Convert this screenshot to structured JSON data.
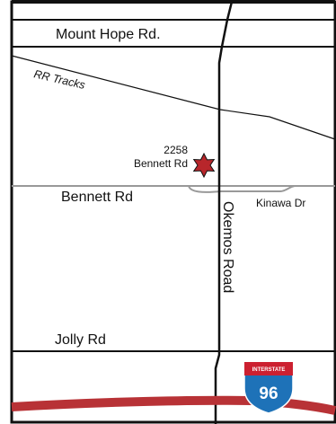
{
  "roads": {
    "mount_hope": "Mount Hope Rd.",
    "rr_tracks": "RR Tracks",
    "bennett": "Bennett Rd",
    "kinawa": "Kinawa Dr",
    "okemos": "Okemos Road",
    "jolly": "Jolly Rd"
  },
  "location": {
    "number": "2258",
    "street": "Bennett Rd",
    "marker": "star-icon",
    "marker_color": "#b8262b"
  },
  "interstate": {
    "label": "INTERSTATE",
    "number": "96",
    "shield_top_color": "#cc2030",
    "shield_body_color": "#1e72b8",
    "highway_color": "#b83236"
  }
}
